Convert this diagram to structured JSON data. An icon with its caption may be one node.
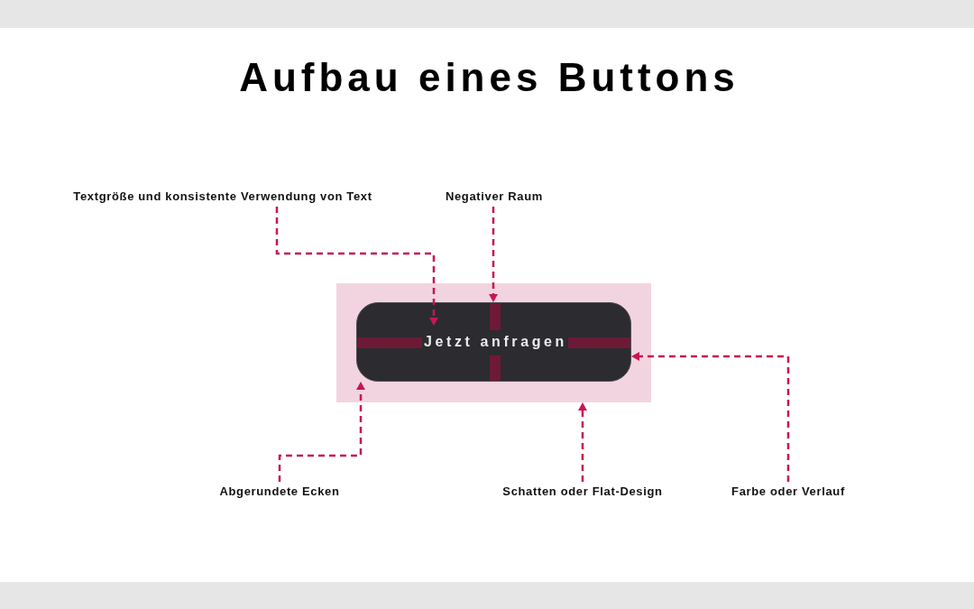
{
  "diagram": {
    "title": "Aufbau eines Buttons",
    "nodes": [
      {
        "text": [
          "Textgröße und konsistente Verwendung von Text"
        ]
      },
      {
        "text": [
          "Negativer Raum"
        ]
      },
      {
        "text": [],
        "shape": "box"
      },
      {
        "text": [
          "Jetzt anfragen"
        ],
        "in": 2
      },
      {
        "text": [
          "Abgerundete Ecken"
        ]
      },
      {
        "text": [
          "Schatten oder Flat-Design"
        ]
      },
      {
        "text": [
          "Farbe oder Verlauf"
        ]
      }
    ],
    "edges": [
      {
        "from": 0,
        "to": 3,
        "arrow": "to",
        "style": "dashed"
      },
      {
        "from": 1,
        "to": 3,
        "arrow": "to",
        "style": "dashed"
      },
      {
        "from": 4,
        "to": 3,
        "arrow": "to",
        "style": "dashed"
      },
      {
        "from": 5,
        "to": 2,
        "arrow": "to",
        "style": "dashed"
      },
      {
        "from": 6,
        "to": 3,
        "arrow": "to",
        "style": "dashed"
      }
    ]
  }
}
